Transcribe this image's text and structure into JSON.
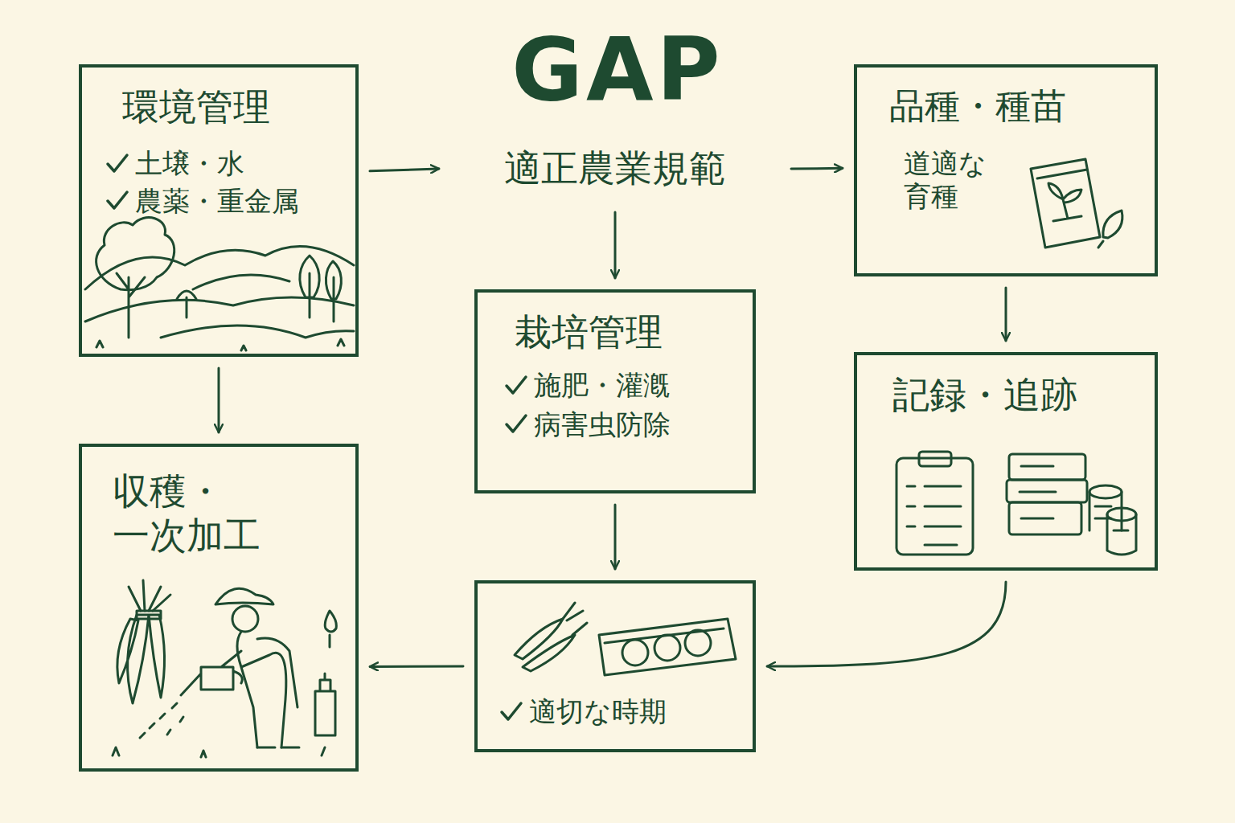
{
  "diagram": {
    "title": "GAP",
    "nodes": [
      {
        "text": [
          "環境管理",
          "土壌・水",
          "農薬・重金属"
        ]
      },
      {
        "text": [
          "適正農業規範"
        ]
      },
      {
        "text": [
          "品種・種苗",
          "道適な 育種"
        ]
      },
      {
        "text": [
          "栽培管理",
          "施肥・灌漑",
          "病害虫防除"
        ]
      },
      {
        "text": [
          "記録・追跡"
        ]
      },
      {
        "text": [
          "収穫・ 一次加工"
        ]
      },
      {
        "text": [
          "適切な時期"
        ]
      }
    ],
    "edges": [
      {
        "from": 0,
        "to": 1,
        "arrow": "to"
      },
      {
        "from": 1,
        "to": 2,
        "arrow": "to"
      },
      {
        "from": 1,
        "to": 3,
        "arrow": "to"
      },
      {
        "from": 0,
        "to": 5,
        "arrow": "to"
      },
      {
        "from": 2,
        "to": 4,
        "arrow": "to"
      },
      {
        "from": 3,
        "to": 6,
        "arrow": "to"
      },
      {
        "from": 4,
        "to": 6,
        "arrow": "to"
      },
      {
        "from": 6,
        "to": 5,
        "arrow": "to"
      }
    ]
  }
}
